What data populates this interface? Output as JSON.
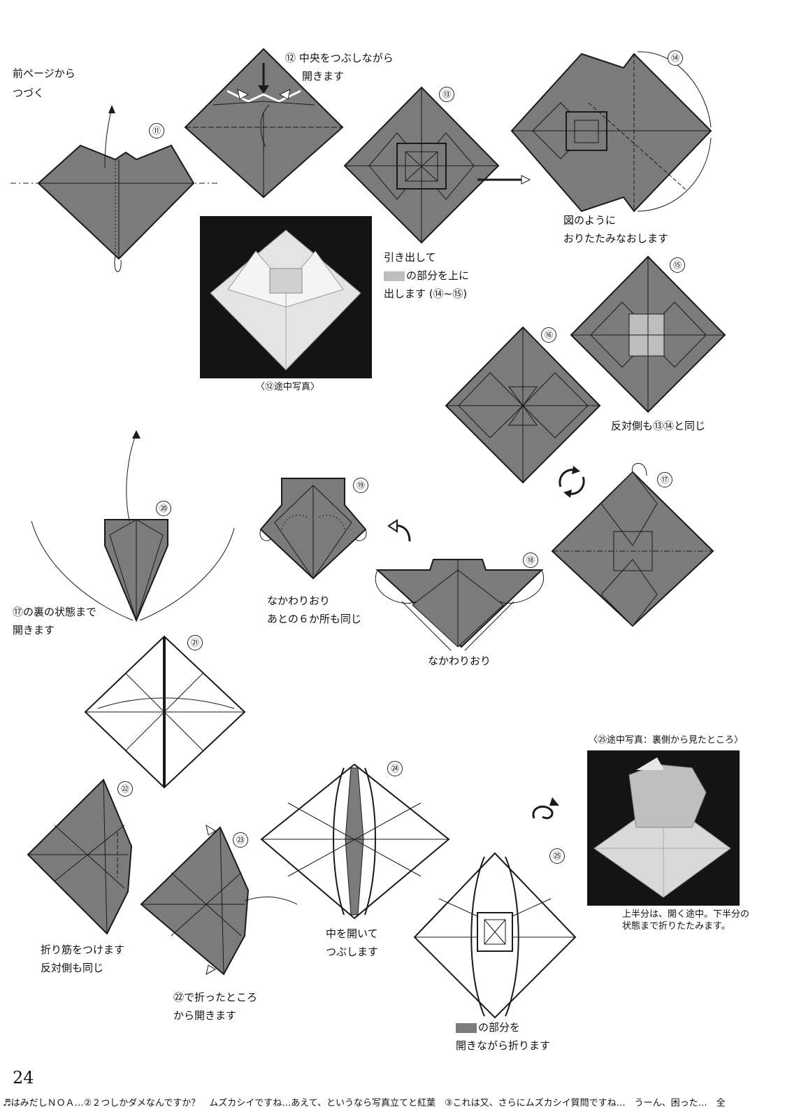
{
  "intro": {
    "line1": "前ページから",
    "line2": "つづく"
  },
  "steps": {
    "s11": "⑪",
    "s12": "⑫",
    "s13": "⑬",
    "s14": "⑭",
    "s15": "⑮",
    "s16": "⑯",
    "s17": "⑰",
    "s18": "⑱",
    "s19": "⑲",
    "s20": "⑳",
    "s21": "㉑",
    "s22": "㉒",
    "s23": "㉓",
    "s24": "㉔",
    "s25": "㉕"
  },
  "captions": {
    "c12_1": "⑫ 中央をつぶしながら",
    "c12_2": "開きます",
    "c13_1": "引き出して",
    "c13_2": "の部分を上に",
    "c13_3": "出します (⑭~⑮)",
    "c14_1": "図のように",
    "c14_2": "おりたたみなおします",
    "c16": "反対側も⑬⑭と同じ",
    "c19_1": "なかわりおり",
    "c19_2": "あとの６か所も同じ",
    "c18": "なかわりおり",
    "c20_1": "⑰の裏の状態まで",
    "c20_2": "開きます",
    "c22_1": "折り筋をつけます",
    "c22_2": "反対側も同じ",
    "c23_1": "㉒で折ったところ",
    "c23_2": "から開きます",
    "c24_1": "中を開いて",
    "c24_2": "つぶします",
    "c25_1": "の部分を",
    "c25_2": "開きながら折ります"
  },
  "photos": {
    "p12_caption": "〈⑫途中写真〉",
    "p25_caption": "〈㉕途中写真：裏側から見たところ〉",
    "p25_note_1": "上半分は、開く途中。下半分の",
    "p25_note_2": "状態まで折りたたみます。"
  },
  "page_number": "24",
  "footer": "♬はみだしＮＯＡ…②２つしかダメなんですか？　ムズカシイですね…あえて、というなら写真立てと紅葉　③これは又、さらにムズカシイ質問ですね…　うーん、困った…　全",
  "colors": {
    "paper_gray": "#7b7b7b",
    "highlight": "#bdbdbd",
    "line": "#1a1a1a"
  }
}
